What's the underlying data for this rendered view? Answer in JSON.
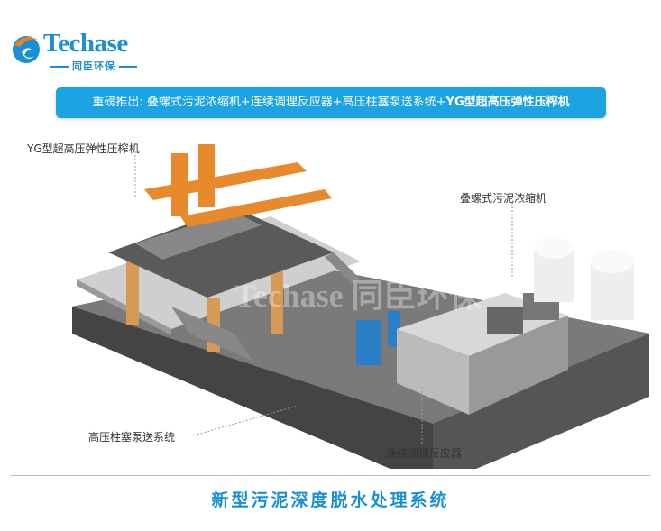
{
  "logo": {
    "brand": "Techase",
    "sub": "同臣环保"
  },
  "banner": {
    "prefix": "重磅推出: 叠螺式污泥浓缩机+连续调理反应器+高压柱塞泵送系统+",
    "highlight": "YG型超高压弹性压榨机"
  },
  "labels": {
    "press": "YG型超高压弹性压榨机",
    "thickener": "叠螺式污泥浓缩机",
    "pump": "高压柱塞泵送系统",
    "reactor": "连续调理反应器"
  },
  "watermark": "Techase 同臣环保",
  "title": "新型污泥深度脱水处理系统",
  "colors": {
    "accent": "#1ba3e2",
    "brand": "#1a8fd6",
    "orange": "#e8892b"
  }
}
